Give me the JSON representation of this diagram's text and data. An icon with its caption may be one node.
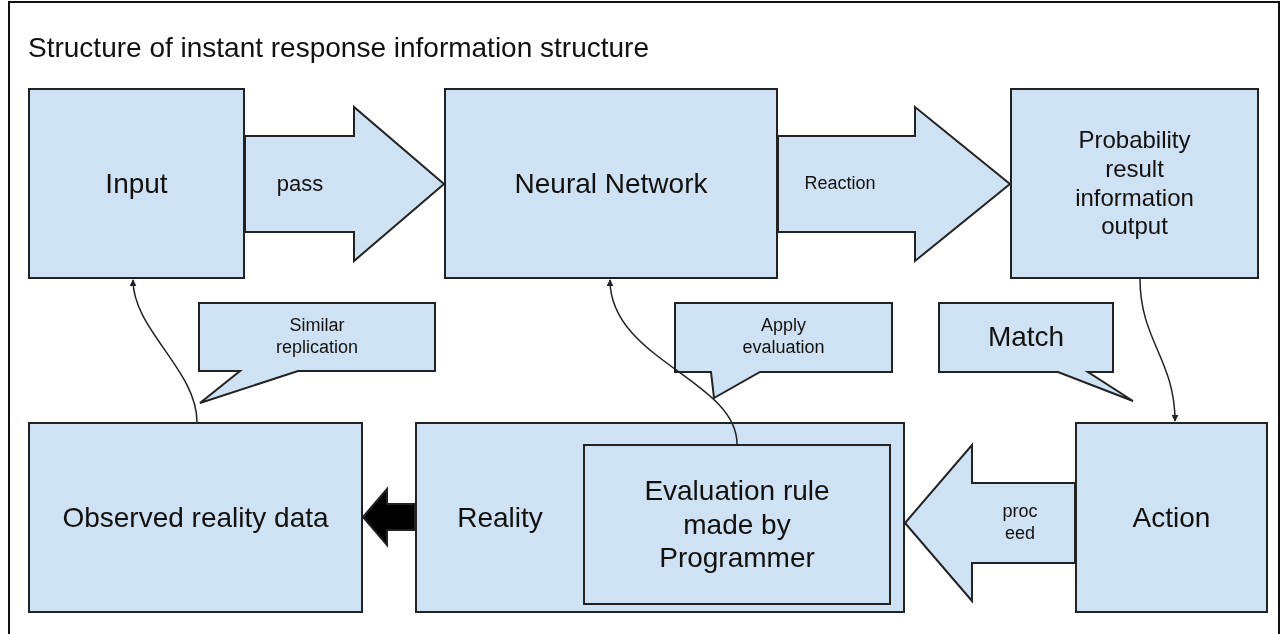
{
  "diagram": {
    "title": "Structure of instant response information structure",
    "nodes": [
      {
        "text": [
          "Input"
        ]
      },
      {
        "text": [
          "Neural Network"
        ]
      },
      {
        "text": [
          "Probability result information output"
        ]
      },
      {
        "text": [
          "Similar replication"
        ]
      },
      {
        "text": [
          "Apply evaluation"
        ]
      },
      {
        "text": [
          "Match"
        ]
      },
      {
        "text": [
          "Observed reality data"
        ]
      },
      {
        "text": [
          "Reality"
        ]
      },
      {
        "text": [
          "Evaluation rule made by Programmer"
        ],
        "in": 7
      },
      {
        "text": [
          "Action"
        ]
      }
    ],
    "edges": [
      {
        "from": 0,
        "to": 1,
        "arrow": "to",
        "label": "pass",
        "style": "thick"
      },
      {
        "from": 1,
        "to": 2,
        "arrow": "to",
        "label": "Reaction",
        "style": "thick"
      },
      {
        "from": 2,
        "to": 9,
        "arrow": "to"
      },
      {
        "from": 9,
        "to": 7,
        "arrow": "to",
        "label": "proc eed",
        "style": "thick"
      },
      {
        "from": 7,
        "to": 6,
        "arrow": "to",
        "style": "thick",
        "color": "#000000"
      },
      {
        "from": 8,
        "to": 1,
        "arrow": "to"
      },
      {
        "from": 6,
        "to": 0,
        "arrow": "to"
      }
    ]
  }
}
